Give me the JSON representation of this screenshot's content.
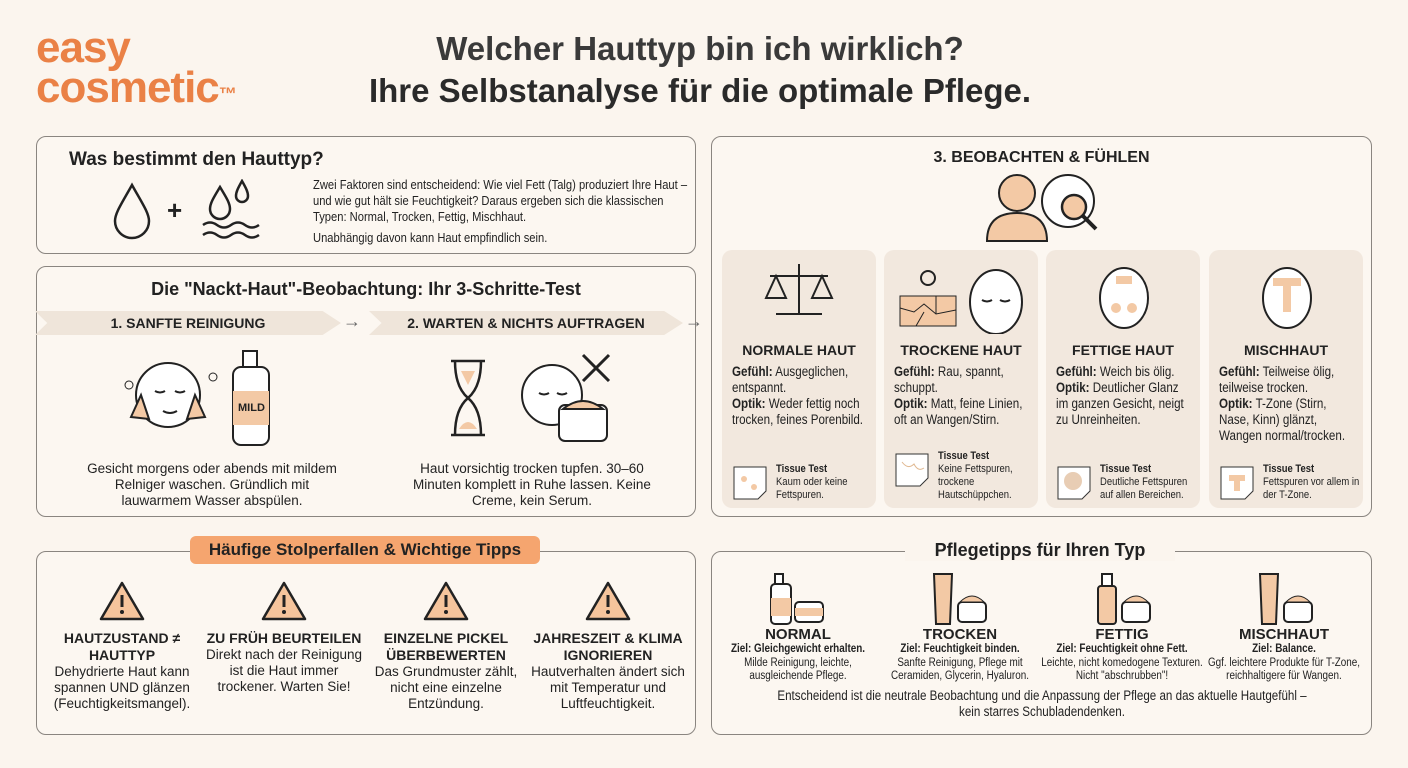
{
  "logo": {
    "line1": "easy",
    "line2": "cosmetic",
    "tm": "™"
  },
  "title": {
    "line1": "Welcher Hauttyp bin ich wirklich?",
    "line2": "Ihre Selbstanalyse für die optimale Pflege."
  },
  "factors": {
    "heading": "Was bestimmt den Hauttyp?",
    "plus": "+",
    "text": "Zwei Faktoren sind entscheidend: Wie viel Fett (Talg) produziert Ihre Haut – und wie gut hält sie Feuchtigkeit? Daraus ergeben sich die klassischen Typen: Normal, Trocken, Fettig, Mischhaut.",
    "note": "Unabhängig davon kann Haut empfindlich sein."
  },
  "test": {
    "heading": "Die \"Nackt-Haut\"-Beobachtung: Ihr 3-Schritte-Test",
    "steps": [
      {
        "label": "1. SANFTE REINIGUNG",
        "bottle": "MILD",
        "text": "Gesicht morgens oder abends mit mildem Relniger waschen. Gründlich mit lauwarmem Wasser abspülen."
      },
      {
        "label": "2. WARTEN & NICHTS AUFTRAGEN",
        "text": "Haut vorsichtig trocken tupfen. 30–60 Minuten komplett in Ruhe lassen. Keine Creme, kein Serum."
      }
    ]
  },
  "observe": {
    "heading": "3. BEOBACHTEN & FÜHLEN",
    "types": [
      {
        "name": "NORMALE HAUT",
        "feel": "Ausgeglichen, entspannt.",
        "look": "Weder fettig noch trocken, feines Porenbild.",
        "tissue": "Kaum oder keine Fettspuren."
      },
      {
        "name": "TROCKENE HAUT",
        "feel": "Rau, spannt, schuppt.",
        "look": "Matt, feine Linien, oft an Wangen/Stirn.",
        "tissue": "Keine Fettspuren, trockene Hautschüppchen."
      },
      {
        "name": "FETTIGE HAUT",
        "feel": "Weich bis ölig.",
        "look": "Deutlicher Glanz im ganzen Gesicht, neigt zu Unreinheiten.",
        "tissue": "Deutliche Fettspuren auf allen Bereichen."
      },
      {
        "name": "MISCHHAUT",
        "feel": "Teilweise ölig, teilweise trocken.",
        "look": "T-Zone (Stirn, Nase, Kinn) glänzt, Wangen normal/trocken.",
        "tissue": "Fettspuren vor allem in der T-Zone."
      }
    ],
    "feel_label": "Gefühl:",
    "look_label": "Optik:",
    "tissue_label": "Tissue Test"
  },
  "pitfalls": {
    "heading": "Häufige Stolperfallen & Wichtige Tipps",
    "items": [
      {
        "title": "HAUTZUSTAND ≠ HAUTTYP",
        "text": "Dehydrierte Haut kann spannen UND glänzen (Feuchtigkeitsmangel)."
      },
      {
        "title": "ZU FRÜH BEURTEILEN",
        "text": "Direkt nach der Reinigung ist die Haut immer trockener. Warten Sie!"
      },
      {
        "title": "EINZELNE PICKEL ÜBERBEWERTEN",
        "text": "Das Grundmuster zählt, nicht eine einzelne Entzündung."
      },
      {
        "title": "JAHRESZEIT & KLIMA IGNORIEREN",
        "text": "Hautverhalten ändert sich mit Temperatur und Luftfeuchtigkeit."
      }
    ]
  },
  "care": {
    "heading": "Pflegetipps für Ihren Typ",
    "items": [
      {
        "name": "NORMAL",
        "goal": "Ziel: Gleichgewicht erhalten.",
        "text": "Milde Reinigung, leichte, ausgleichende Pflege."
      },
      {
        "name": "TROCKEN",
        "goal": "Ziel: Feuchtigkeit binden.",
        "text": "Sanfte Reinigung, Pflege mit Ceramiden, Glycerin, Hyaluron."
      },
      {
        "name": "FETTIG",
        "goal": "Ziel: Feuchtigkeit ohne Fett.",
        "text": "Leichte, nicht komedogene Texturen. Nicht \"abschrubben\"!"
      },
      {
        "name": "MISCHHAUT",
        "goal": "Ziel: Balance.",
        "text": "Ggf. leichtere Produkte für T-Zone, reichhaltigere für Wangen."
      }
    ],
    "conclusion": "Entscheidend ist die neutrale Beobachtung und die Anpassung der Pflege an das aktuelle Hautgefühl – kein starres Schubladendenken."
  },
  "colors": {
    "accent": "#ea8146",
    "card": "#f2e8de",
    "background": "#fbf5ee",
    "skin": "#f3c9a5"
  }
}
